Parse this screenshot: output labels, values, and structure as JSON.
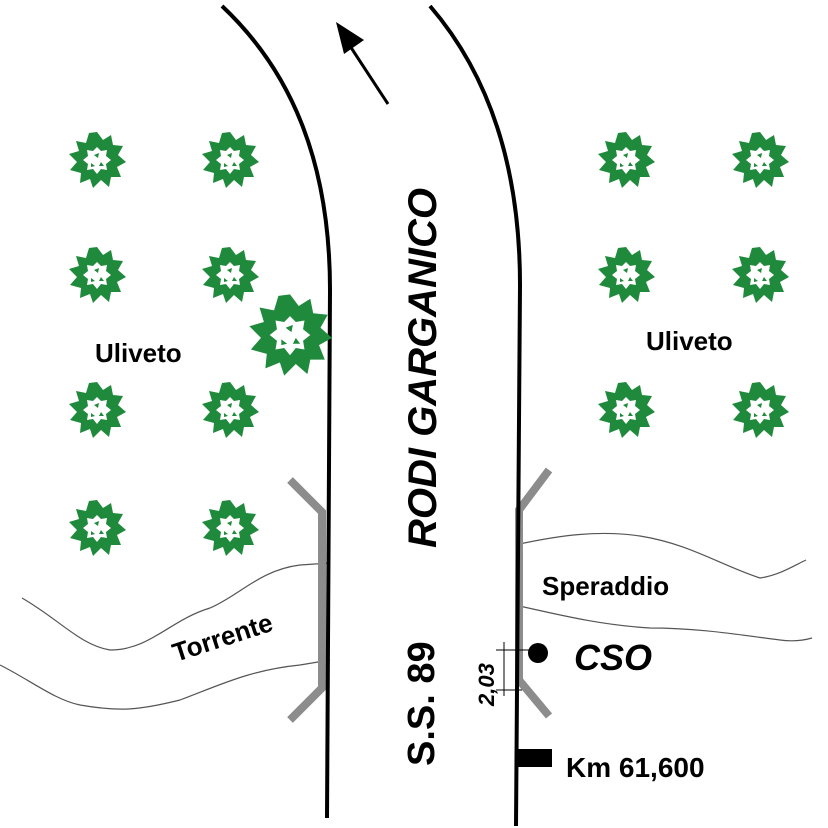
{
  "map": {
    "road_name": "RODI GARGANICO",
    "road_code": "S.S. 89",
    "label_olive_left": "Uliveto",
    "label_olive_right": "Uliveto",
    "label_stream_left": "Torrente",
    "label_stream_right": "Speraddio",
    "station_label": "CSO",
    "distance_label": "2,03",
    "km_label": "Km 61,600",
    "direction": "north",
    "colors": {
      "road_line": "#000000",
      "tree": "#1f8a3c",
      "bridge": "#8c8c8c",
      "stream": "#555555"
    },
    "icons": [
      "olive-tree-icon",
      "direction-arrow-icon",
      "station-dot-icon",
      "km-marker-icon"
    ]
  }
}
